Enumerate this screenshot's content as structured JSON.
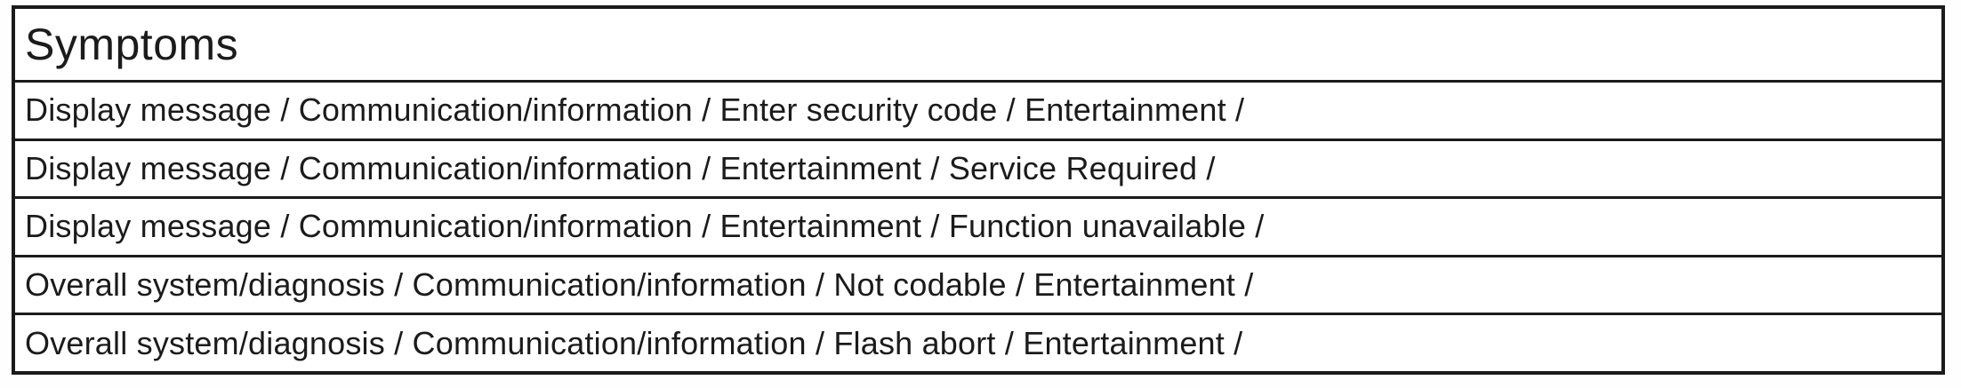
{
  "table": {
    "header": "Symptoms",
    "rows": [
      "Display message / Communication/information / Enter security code / Entertainment /",
      "Display message / Communication/information / Entertainment / Service Required /",
      "Display message / Communication/information / Entertainment / Function unavailable /",
      "Overall system/diagnosis / Communication/information / Not codable / Entertainment /",
      "Overall system/diagnosis / Communication/information / Flash abort / Entertainment /"
    ],
    "colors": {
      "border": "#1b1b1b",
      "text": "#1b1b1b",
      "background": "#ffffff"
    }
  }
}
